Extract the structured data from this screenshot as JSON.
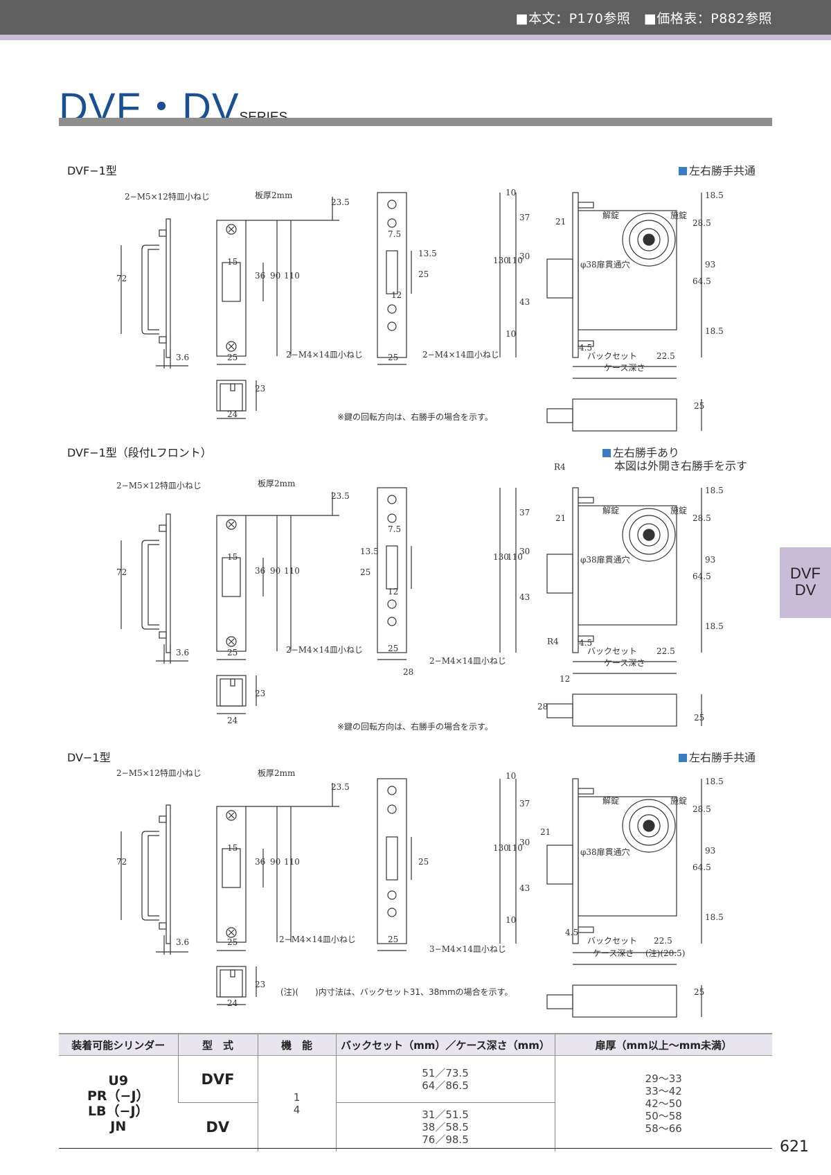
{
  "header": {
    "ref_text": "■本文：P170参照　■価格表：P882参照"
  },
  "title": {
    "main": "DVF・DV",
    "series": "SERIES"
  },
  "side_tab": [
    "DVF",
    "DV"
  ],
  "page_number": "621",
  "sections": [
    {
      "label": "DVF−1型",
      "tag": "左右勝手共通",
      "note": "※鍵の回転方向は、右勝手の場合を示す。"
    },
    {
      "label": "DVF−1型（段付Lフロント）",
      "tag": "左右勝手あり",
      "tag_line2": "本図は外開き右勝手を示す",
      "note": "※鍵の回転方向は、右勝手の場合を示す。"
    },
    {
      "label": "DV−1型",
      "tag": "左右勝手共通",
      "note": "(注)(　　)内寸法は、バックセット31、38mmの場合を示す。"
    }
  ],
  "dims": {
    "screw_front": "2−M5×12特皿小ねじ",
    "plate": "板厚2mm",
    "screw_strike": "2−M4×14皿小ねじ",
    "screw_strike3": "3−M4×14皿小ねじ",
    "unlock": "解錠",
    "lock": "施錠",
    "bore": "φ38扉貫通穴",
    "backset": "バックセット",
    "case_depth": "ケース深さ",
    "dv_note_dim": "(注)(20.5)",
    "r4": "R4",
    "n72": "72",
    "n3_6": "3.6",
    "n25": "25",
    "n23_5": "23.5",
    "n15": "15",
    "n36": "36",
    "n90": "90",
    "n110": "110",
    "n23": "23",
    "n24": "24",
    "n7_5": "7.5",
    "n13_5": "13.5",
    "n12": "12",
    "n28": "28",
    "n130": "130",
    "n10": "10",
    "n37": "37",
    "n30": "30",
    "n43": "43",
    "n21": "21",
    "n18_5": "18.5",
    "n28_5": "28.5",
    "n93": "93",
    "n64_5": "64.5",
    "n4_5": "4.5",
    "n22_5": "22.5"
  },
  "table": {
    "headers": [
      "装着可能シリンダー",
      "型　式",
      "機　能",
      "バックセット（mm）／ケース深さ（mm）",
      "扉厚（mm以上〜mm未満）"
    ],
    "cylinders": [
      "U9",
      "PR（−J）",
      "LB（−J）",
      "JN"
    ],
    "rows": [
      {
        "model": "DVF",
        "backset": [
          "51／73.5",
          "64／86.5"
        ]
      },
      {
        "model": "DV",
        "backset": [
          "31／51.5",
          "38／58.5",
          "76／98.5"
        ]
      }
    ],
    "function": [
      "1",
      "4"
    ],
    "door_thickness": [
      "29〜33",
      "33〜42",
      "42〜50",
      "50〜58",
      "58〜66"
    ]
  }
}
